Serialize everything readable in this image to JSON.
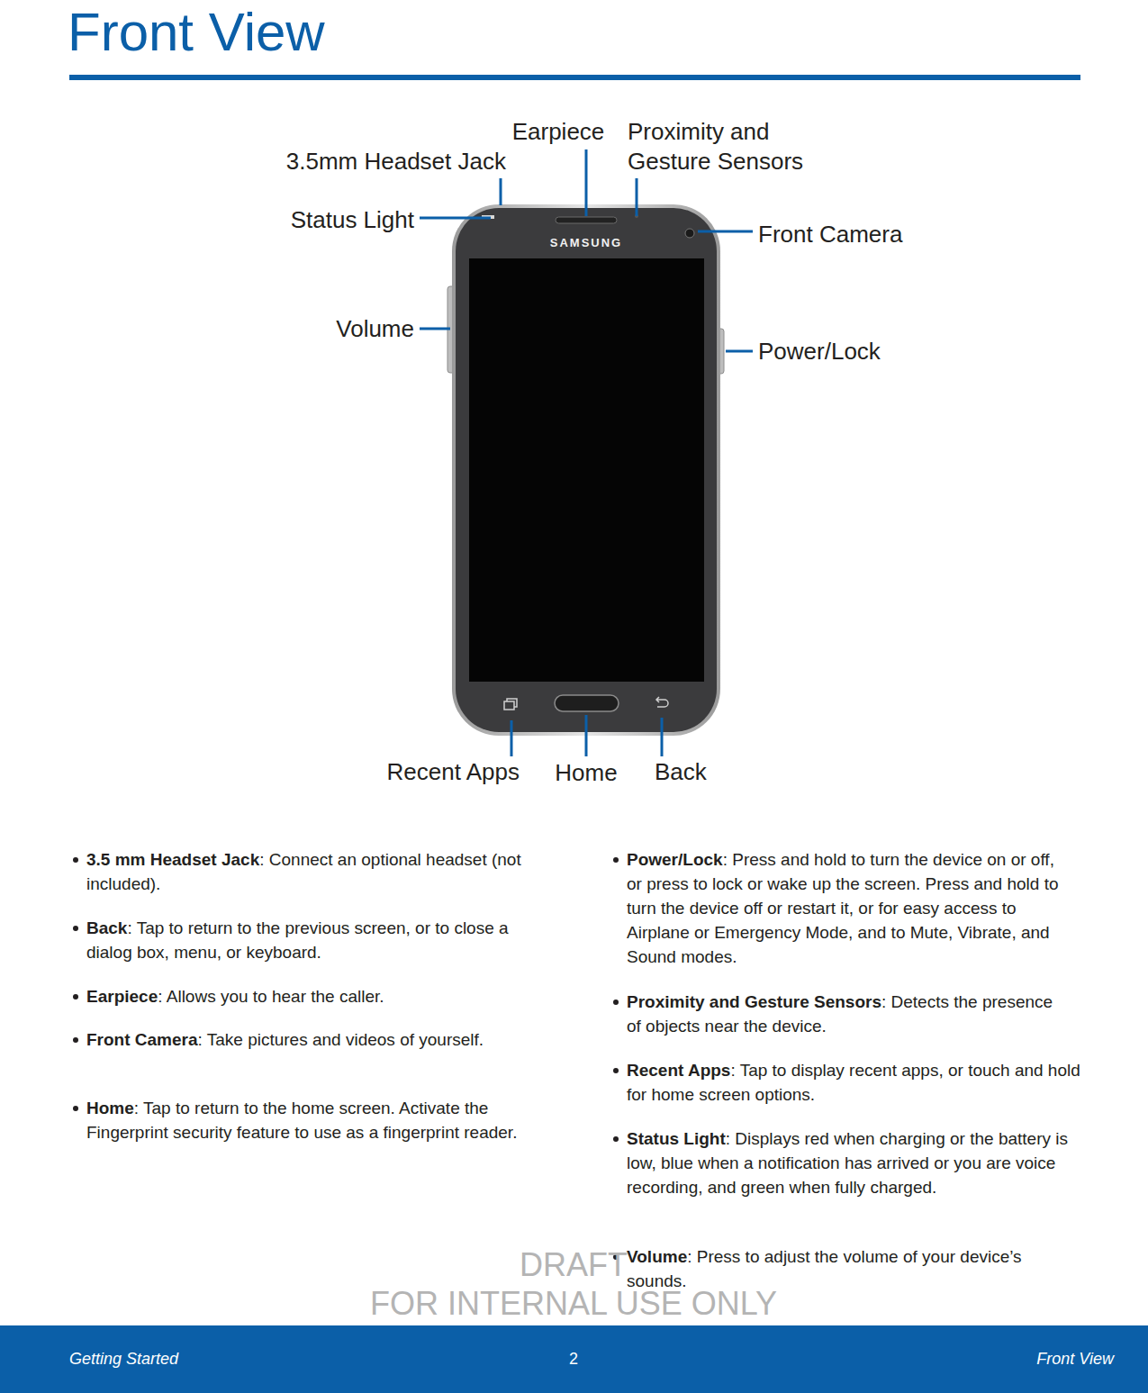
{
  "diagram": {
    "title": "Front View",
    "labels": [
      "Earpiece",
      "Proximity and Gesture Sensors",
      "3.5mm Headset Jack",
      "Status Light",
      "Front Camera",
      "Volume",
      "Power/Lock",
      "Recent Apps",
      "Home",
      "Back",
      "SAMSUNG",
      "3.5 mm Headset Jack",
      ": Connect an optional headset (not included).",
      "Back",
      ": Tap to return to the previous screen, or to close a dialog box, menu, or keyboard.",
      "Earpiece",
      ": Allows you to hear the caller.",
      "Front Camera",
      ": Take pictures and videos of yourself.",
      "Home",
      ": Tap to return to the home screen. Activate the Fingerprint security feature to use as a fingerprint reader.",
      "Power/Lock",
      ": Press and hold to turn the device on or off, or press to lock or wake up the screen. Press and hold to turn the device off or restart it, or for easy access to Airplane or Emergency Mode, and to Mute, Vibrate, and Sound modes.",
      "Proximity and Gesture Sensors",
      ": Detects the presence of objects near the device.",
      "Recent Apps",
      ": Tap to display recent apps, or touch and hold for home screen options.",
      "Status Light",
      ": Displays red when charging or the battery is low, blue when a notification has arrived or you are voice recording, and green when fully charged.",
      "Volume",
      ": Press to adjust the volume of your device’s sounds.",
      "DRAFT",
      "FOR INTERNAL USE ONLY",
      "Getting Started",
      "2",
      "Front View"
    ]
  }
}
